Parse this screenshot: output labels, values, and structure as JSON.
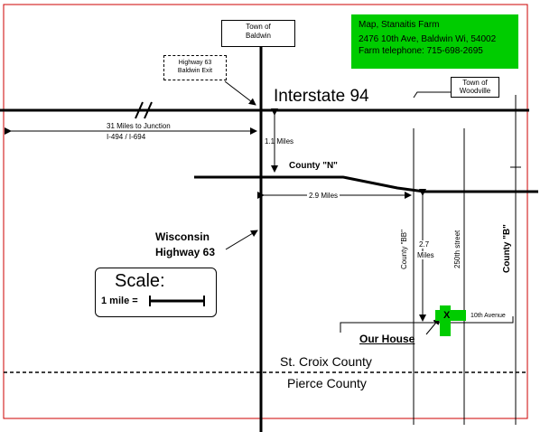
{
  "info_box": {
    "line1": "Map, Stanaitis Farm",
    "line2": "2476 10th Ave, Baldwin Wi, 54002",
    "line3": "Farm telephone: 715-698-2695",
    "fill": "#00cc00"
  },
  "towns": {
    "baldwin": [
      "Town of",
      "Baldwin"
    ],
    "woodville": [
      "Town of",
      "Woodville"
    ]
  },
  "exit_box": [
    "Highway 63",
    "Baldwin Exit"
  ],
  "interstate": "Interstate 94",
  "junction": [
    "31 Miles to Junction",
    "I-494 / I-694"
  ],
  "dist_11": "1.1 Miles",
  "county_n": "County \"N\"",
  "dist_29": "2.9 Miles",
  "highway63": [
    "Wisconsin",
    "Highway 63"
  ],
  "scale": {
    "title": "Scale:",
    "mile": "1 mile ="
  },
  "county_bb": "County \"BB\"",
  "dist_27": [
    "2.7",
    "Miles"
  ],
  "street_250": "250th street",
  "county_b": "County \"B\"",
  "tenth_ave": "10th Avenue",
  "house_mark": "X",
  "our_house": "Our House",
  "st_croix": "St. Croix County",
  "pierce": "Pierce County",
  "colors": {
    "border": "#cc0000",
    "house": "#00cc00"
  }
}
